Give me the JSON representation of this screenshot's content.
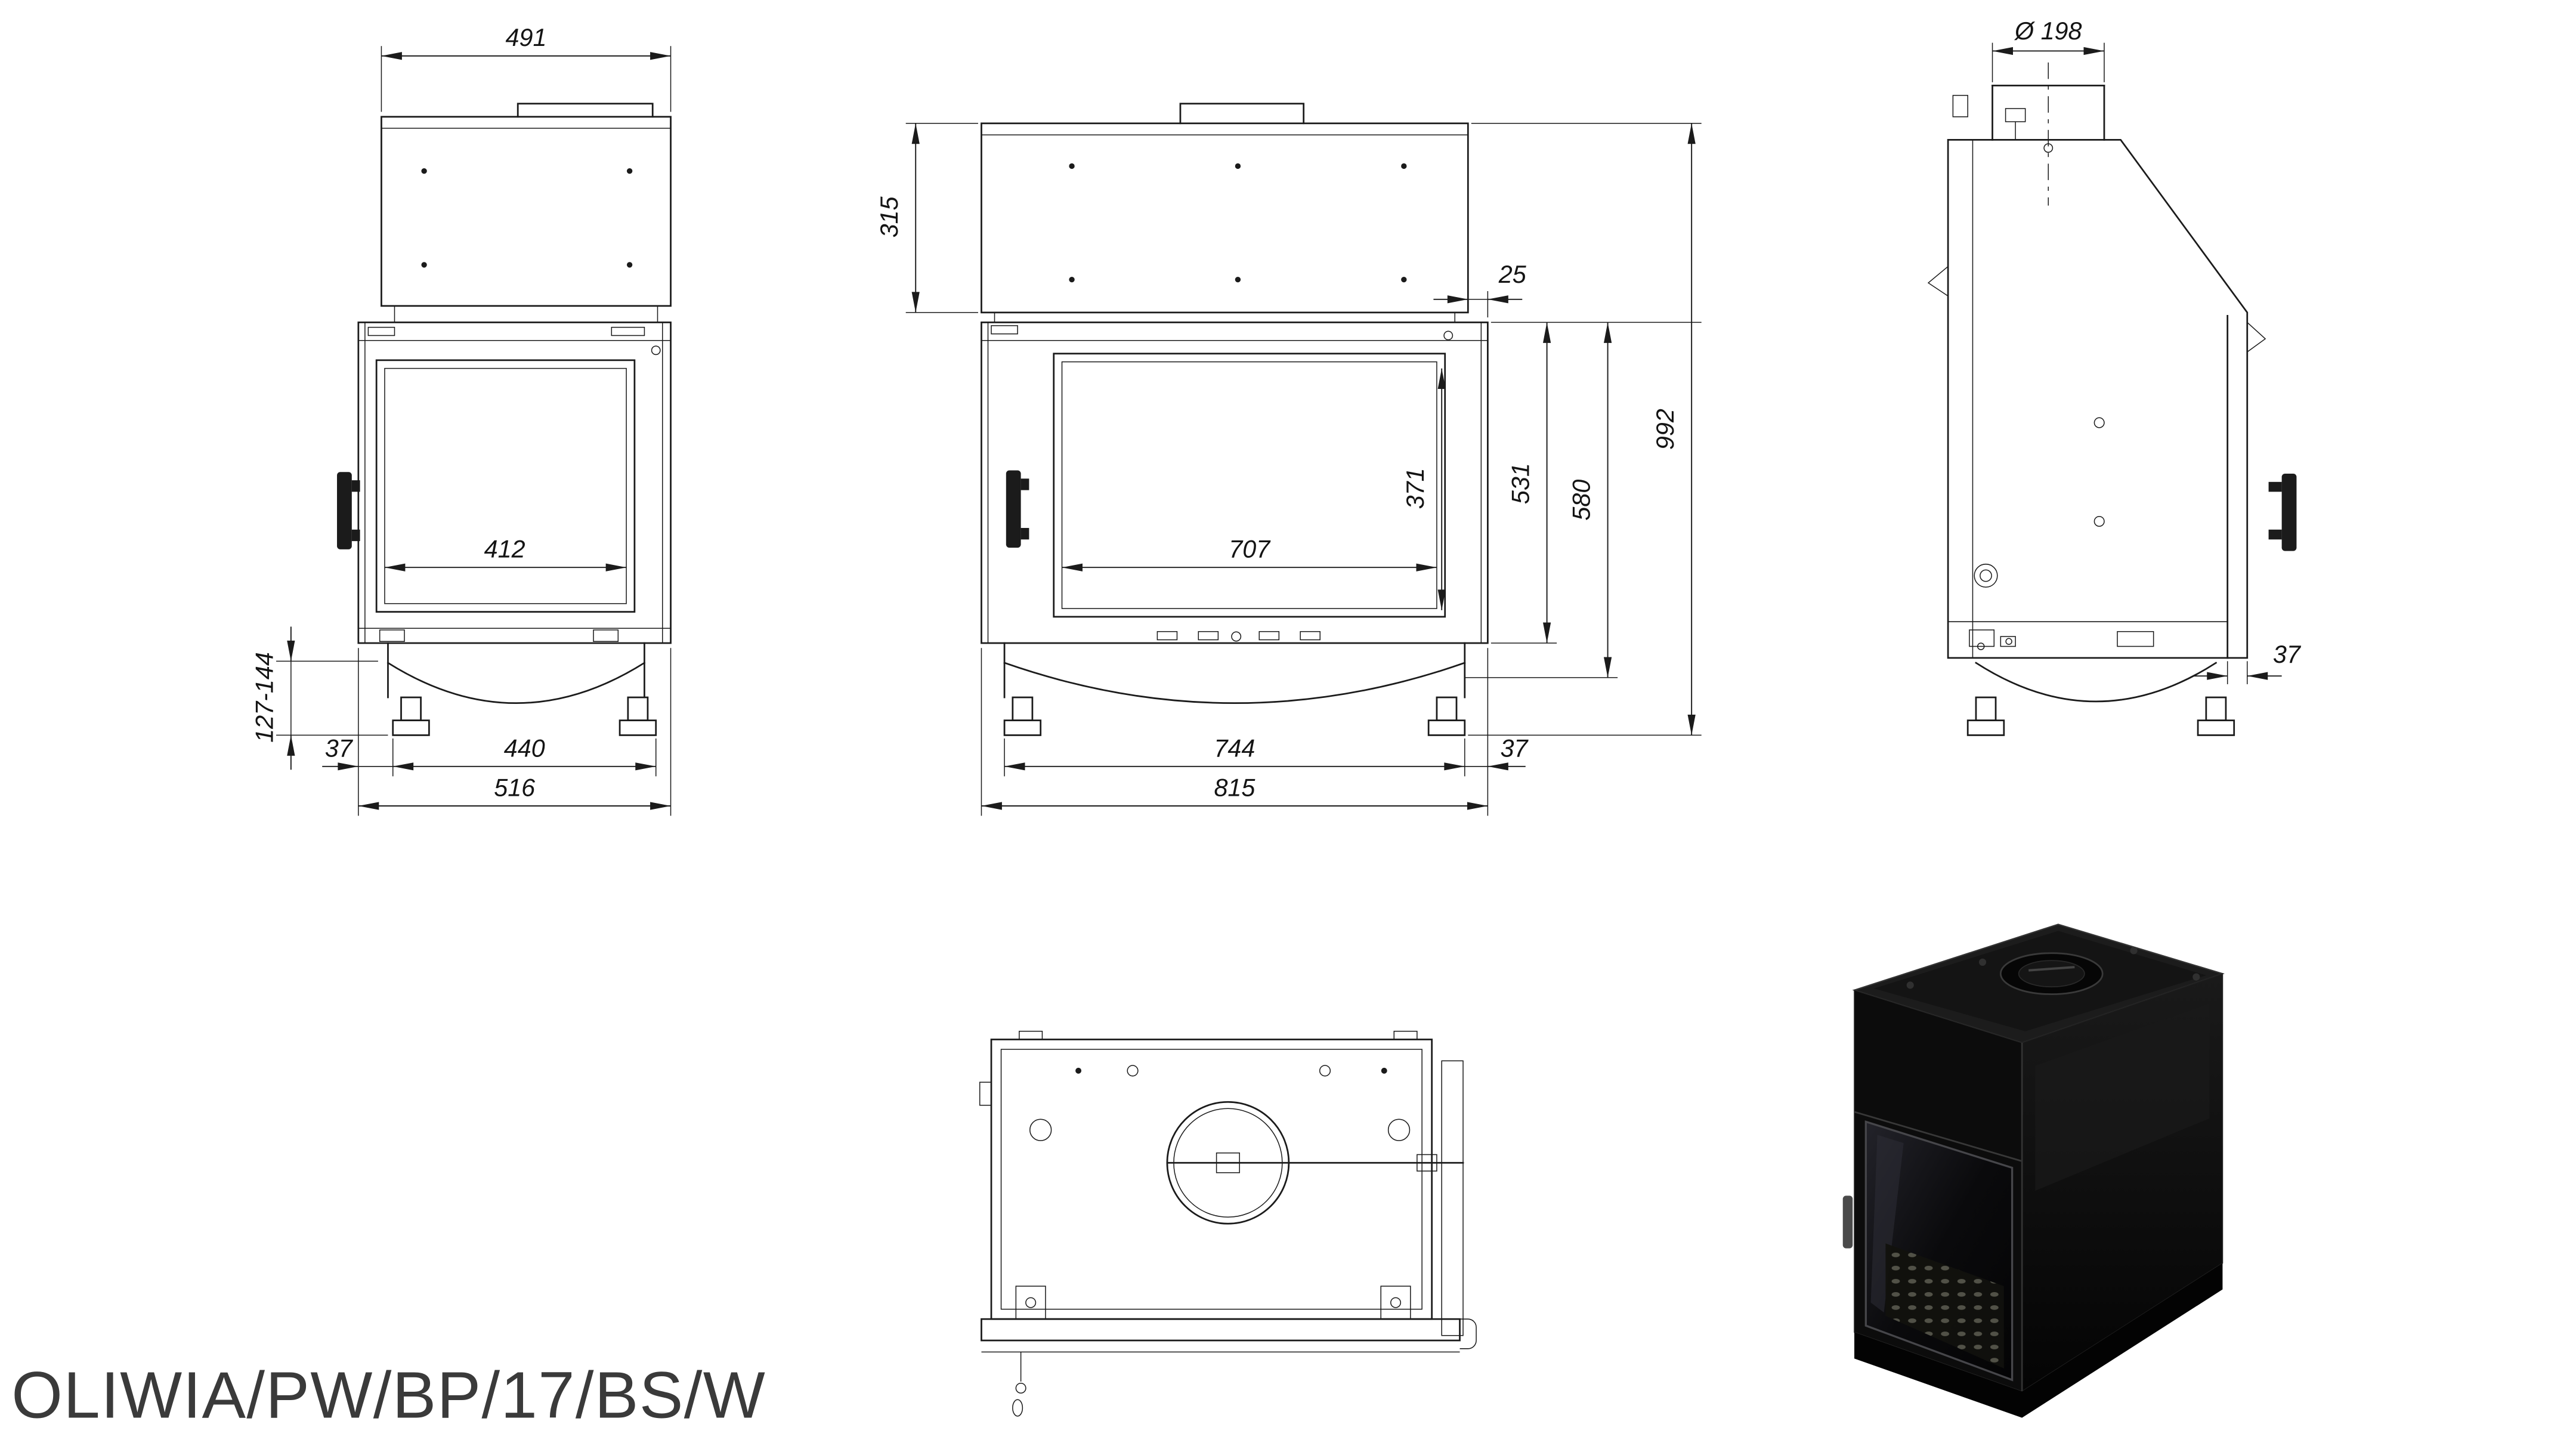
{
  "title": "OLIWIA/PW/BP/17/BS/W",
  "colors": {
    "line": "#1b1b1b",
    "title_text": "#3a3a3a",
    "render_body": "#0d0d0d"
  },
  "views": {
    "left_side": {
      "dim_top_width": "491",
      "dim_glass_width": "412",
      "dim_leg_inset": "37",
      "dim_feet_span": "440",
      "dim_overall_width": "516",
      "dim_leg_height_range": "127-144"
    },
    "front": {
      "dim_top_section_height": "315",
      "dim_top_offset": "25",
      "dim_glass_width": "707",
      "dim_glass_height": "371",
      "dim_door_height": "531",
      "dim_body_height": "580",
      "dim_overall_height": "992",
      "dim_feet_span": "744",
      "dim_leg_inset": "37",
      "dim_overall_width": "815"
    },
    "right_side": {
      "dim_flue_diameter": "Ø 198",
      "dim_back_offset": "37"
    }
  }
}
